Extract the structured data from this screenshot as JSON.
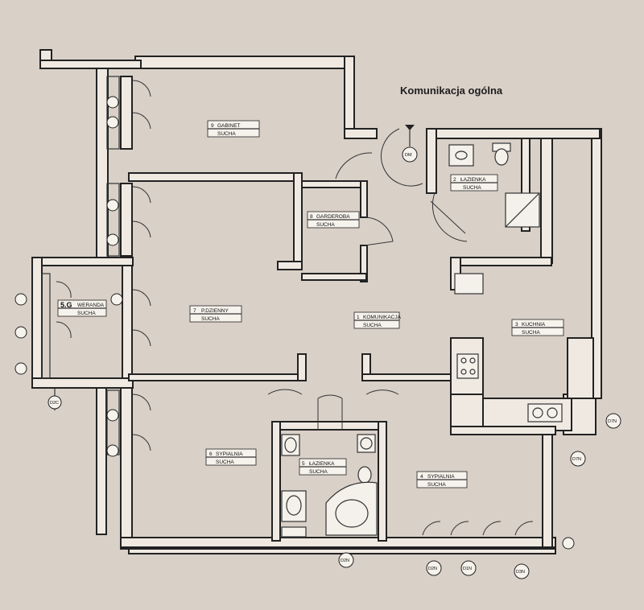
{
  "heading": "Komunikacja ogólna",
  "rooms": [
    {
      "id": "gabinet",
      "number": "9",
      "name": "GABINET",
      "floor": "SUCHA"
    },
    {
      "id": "garderoba",
      "number": "8",
      "name": "GARDEROBA",
      "floor": "SUCHA"
    },
    {
      "id": "pdzienny",
      "number": "7",
      "name": "P.DZIENNY",
      "floor": "SUCHA"
    },
    {
      "id": "komunikacja",
      "number": "1",
      "name": "KOMUNIKACJA",
      "floor": "SUCHA"
    },
    {
      "id": "lazienka2",
      "number": "2",
      "name": "ŁAZIENKA",
      "floor": "SUCHA"
    },
    {
      "id": "kuchnia",
      "number": "3",
      "name": "KUCHNIA",
      "floor": "SUCHA"
    },
    {
      "id": "sypialnia6",
      "number": "6",
      "name": "SYPIALNIA",
      "floor": "SUCHA"
    },
    {
      "id": "lazienka5",
      "number": "5",
      "name": "ŁAZIENKA",
      "floor": "SUCHA"
    },
    {
      "id": "sypialnia4",
      "number": "4",
      "name": "SYPIALNIA",
      "floor": "SUCHA"
    },
    {
      "id": "weranda",
      "number": "5.G",
      "name": "WERANDA",
      "floor": "SUCHA"
    }
  ],
  "tags": [
    "D2C",
    "D2N",
    "D1N",
    "D3N",
    "D7N",
    "D7N",
    "D2N",
    "DM"
  ]
}
